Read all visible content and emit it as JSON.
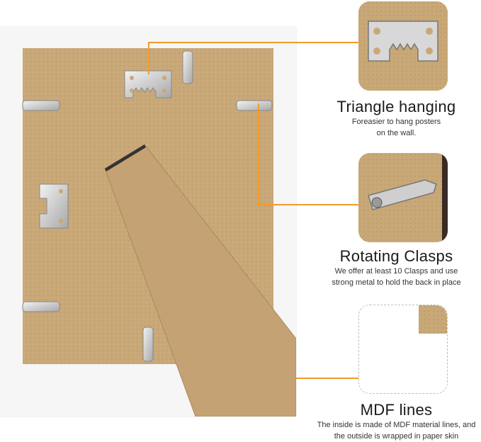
{
  "callouts": [
    {
      "title": "Triangle hanging",
      "desc_lines": [
        "Foreasier to hang posters",
        "on the wall."
      ]
    },
    {
      "title": "Rotating Clasps",
      "desc_lines": [
        "We offer at least 10 Clasps and use",
        "strong metal to hold the back in place"
      ]
    },
    {
      "title": "MDF lines",
      "desc_lines": [
        "The inside is made of MDF material lines, and",
        "the outside is wrapped in paper skin"
      ]
    }
  ],
  "colors": {
    "leader": "#f29a2e",
    "backing": "#c9a878",
    "frame": "#f6f6f6",
    "metal": "#d9d9d9"
  },
  "icons": [
    "sawtooth-hanger-icon",
    "rotating-clasp-icon",
    "easel-stand-icon"
  ]
}
